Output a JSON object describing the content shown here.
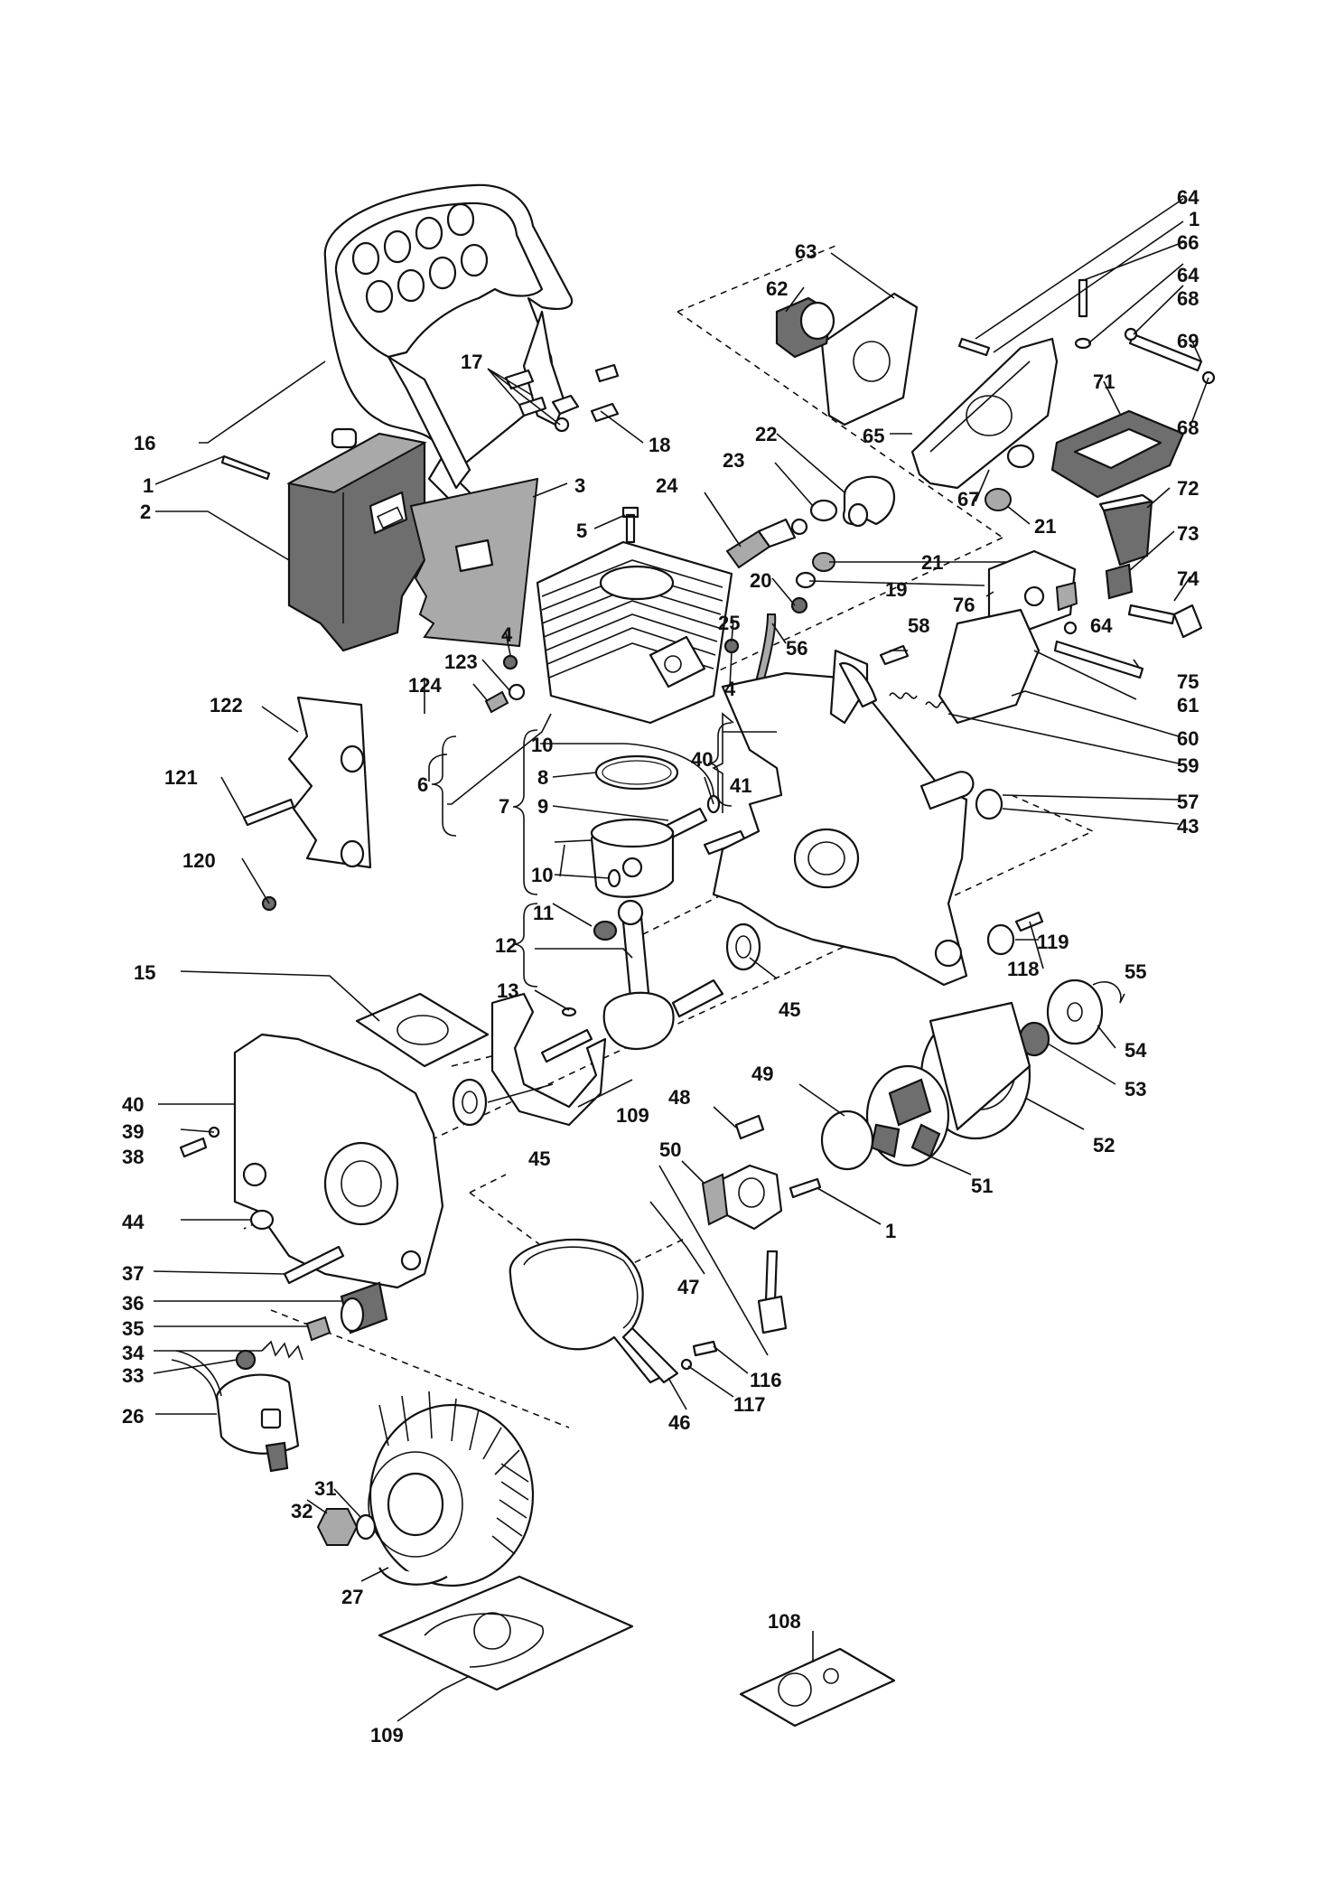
{
  "labels": {
    "l64a": "64",
    "l1a": "1",
    "l66": "66",
    "l64b": "64",
    "l68a": "68",
    "l69": "69",
    "l68b": "68",
    "l63": "63",
    "l62": "62",
    "l71": "71",
    "l65": "65",
    "l67": "67",
    "l21a": "21",
    "l72": "72",
    "l73": "73",
    "l74": "74",
    "l76": "76",
    "l64c": "64",
    "l75": "75",
    "l61": "61",
    "l60": "60",
    "l59": "59",
    "l57": "57",
    "l43": "43",
    "l58": "58",
    "l16": "16",
    "l17": "17",
    "l18": "18",
    "l1b": "1",
    "l2": "2",
    "l3": "3",
    "l5": "5",
    "l22": "22",
    "l23": "23",
    "l24": "24",
    "l21b": "21",
    "l20": "20",
    "l19": "19",
    "l25": "25",
    "l56": "56",
    "l4a": "4",
    "l4b": "4",
    "l123": "123",
    "l124": "124",
    "l122": "122",
    "l121": "121",
    "l120": "120",
    "l6": "6",
    "l7": "7",
    "l10a": "10",
    "l8": "8",
    "l9": "9",
    "l10b": "10",
    "l40a": "40",
    "l41": "41",
    "l11": "11",
    "l12": "12",
    "l13": "13",
    "l15": "15",
    "l45a": "45",
    "l45b": "45",
    "l109a": "109",
    "l119": "119",
    "l118": "118",
    "l55": "55",
    "l54": "54",
    "l53": "53",
    "l52": "52",
    "l51": "51",
    "l49": "49",
    "l48": "48",
    "l50": "50",
    "l1c": "1",
    "l47": "47",
    "l116": "116",
    "l117": "117",
    "l46": "46",
    "l40b": "40",
    "l39": "39",
    "l38": "38",
    "l44": "44",
    "l37": "37",
    "l36": "36",
    "l35": "35",
    "l34": "34",
    "l33": "33",
    "l26": "26",
    "l31": "31",
    "l32": "32",
    "l27": "27",
    "l108": "108",
    "l109b": "109"
  }
}
